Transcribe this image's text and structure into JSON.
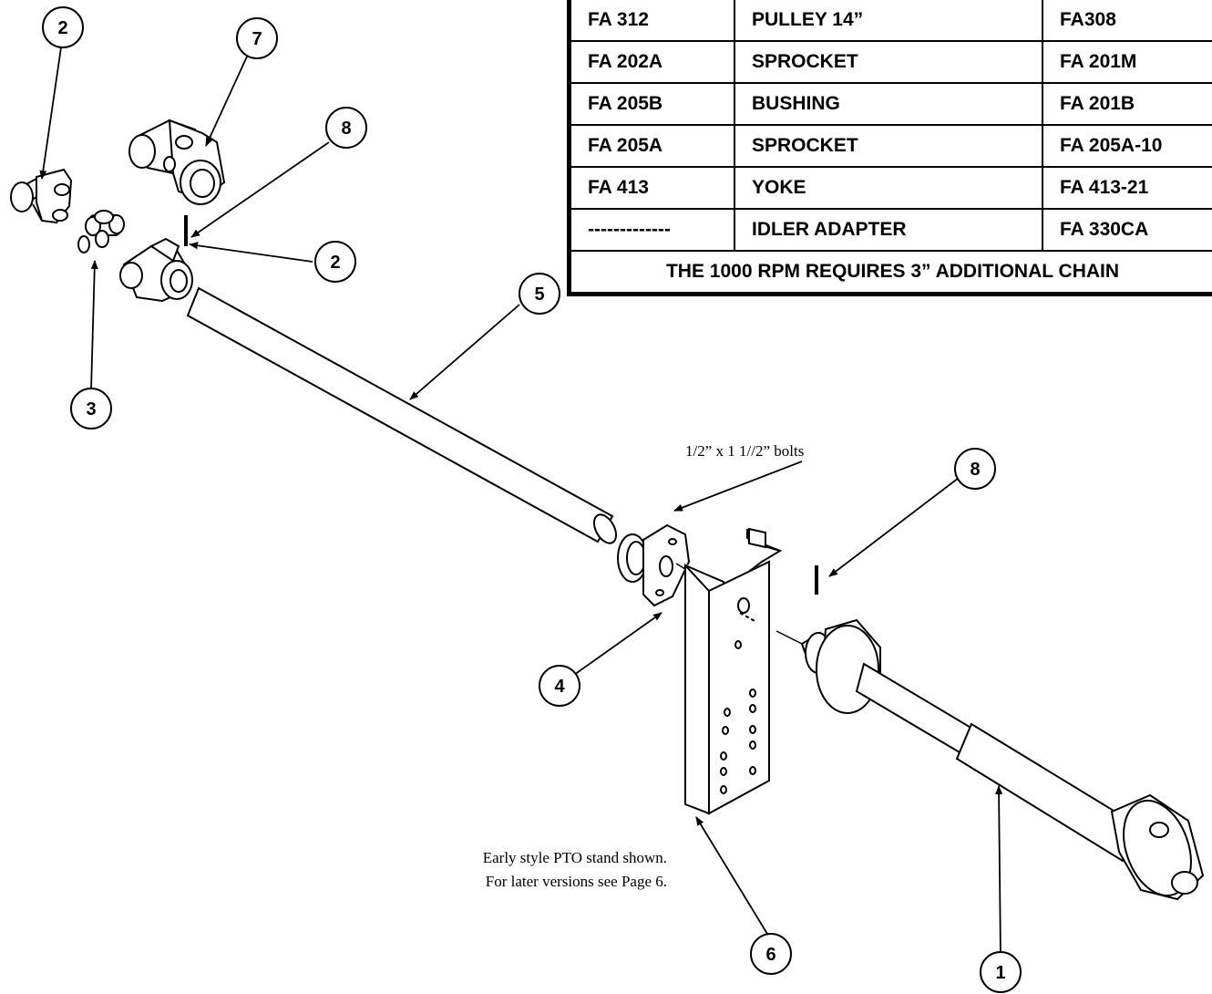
{
  "parts_table": {
    "rows": [
      [
        "FA 312",
        "PULLEY 14”",
        "FA308"
      ],
      [
        "FA 202A",
        "SPROCKET",
        "FA 201M"
      ],
      [
        "FA 205B",
        "BUSHING",
        "FA 201B"
      ],
      [
        "FA 205A",
        "SPROCKET",
        "FA 205A-10"
      ],
      [
        "FA 413",
        "YOKE",
        "FA 413-21"
      ],
      [
        "-------------",
        "IDLER  ADAPTER",
        "FA 330CA"
      ]
    ],
    "note": "THE 1000 RPM REQUIRES 3” ADDITIONAL CHAIN"
  },
  "callouts": {
    "c2_top": "2",
    "c7": "7",
    "c8_top": "8",
    "c2_mid": "2",
    "c3": "3",
    "c5": "5",
    "c8_right": "8",
    "c4": "4",
    "c6": "6",
    "c1": "1"
  },
  "annotations": {
    "bolts": "1/2” x 1 1//2” bolts",
    "stand_line1": "Early style PTO stand shown.",
    "stand_line2": "For later versions see Page 6."
  }
}
